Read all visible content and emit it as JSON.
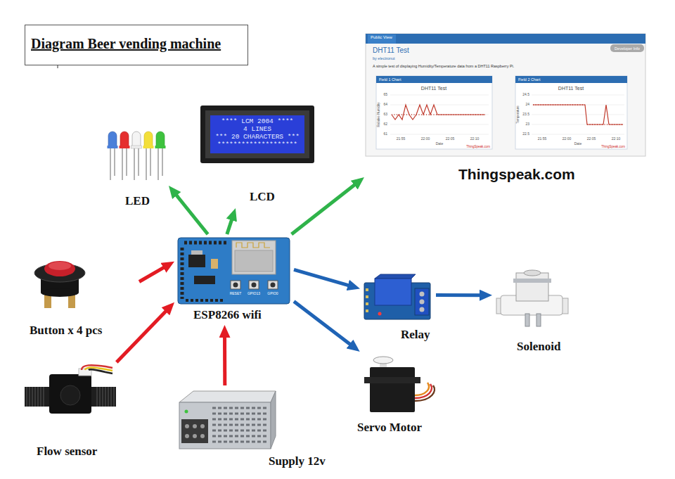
{
  "diagram": {
    "title": "Diagram Beer vending machine",
    "nodes": [
      {
        "text": [
          "LED"
        ]
      },
      {
        "text": [
          "LCD"
        ]
      },
      {
        "text": [
          "Thingspeak.com"
        ]
      },
      {
        "text": [
          "Button x 4 pcs"
        ]
      },
      {
        "text": [
          "ESP8266 wifi"
        ]
      },
      {
        "text": [
          "Relay"
        ]
      },
      {
        "text": [
          "Solenoid"
        ]
      },
      {
        "text": [
          "Flow sensor"
        ]
      },
      {
        "text": [
          "Servo Motor"
        ]
      },
      {
        "text": [
          "Supply 12v"
        ]
      }
    ],
    "edges": [
      {
        "from": 3,
        "to": 4,
        "arrow": "to"
      },
      {
        "from": 7,
        "to": 4,
        "arrow": "to"
      },
      {
        "from": 9,
        "to": 4,
        "arrow": "to"
      },
      {
        "from": 4,
        "to": 0,
        "arrow": "to"
      },
      {
        "from": 4,
        "to": 1,
        "arrow": "to"
      },
      {
        "from": 4,
        "to": 2,
        "arrow": "to"
      },
      {
        "from": 4,
        "to": 5,
        "arrow": "to"
      },
      {
        "from": 4,
        "to": 8,
        "arrow": "to"
      },
      {
        "from": 5,
        "to": 6,
        "arrow": "to"
      }
    ],
    "labels": [
      "**** LCM 2004 ****",
      "4 LINES",
      "*** 20 CHARACTERS ***",
      "********************",
      "Public View",
      "Developer Info",
      "DHT11 Test",
      "by electronut",
      "A simple test of displaying Humidity/Temperature data from a DHT11 Raspberry Pi.",
      "Field 1 Chart",
      "DHT11 Test",
      "65",
      "64",
      "63",
      "62",
      "61",
      "Relative Humidity",
      "21:55",
      "22:00",
      "22:05",
      "22:10",
      "Date",
      "ThingSpeak.com",
      "Field 2 Chart",
      "DHT11 Test",
      "24.5",
      "24",
      "23.5",
      "23",
      "22.5",
      "Temperature",
      "21:55",
      "22:00",
      "22:05",
      "22:10",
      "Date",
      "ThingSpeak.com",
      "RESET",
      "GPIO13",
      "GPIO0"
    ]
  }
}
